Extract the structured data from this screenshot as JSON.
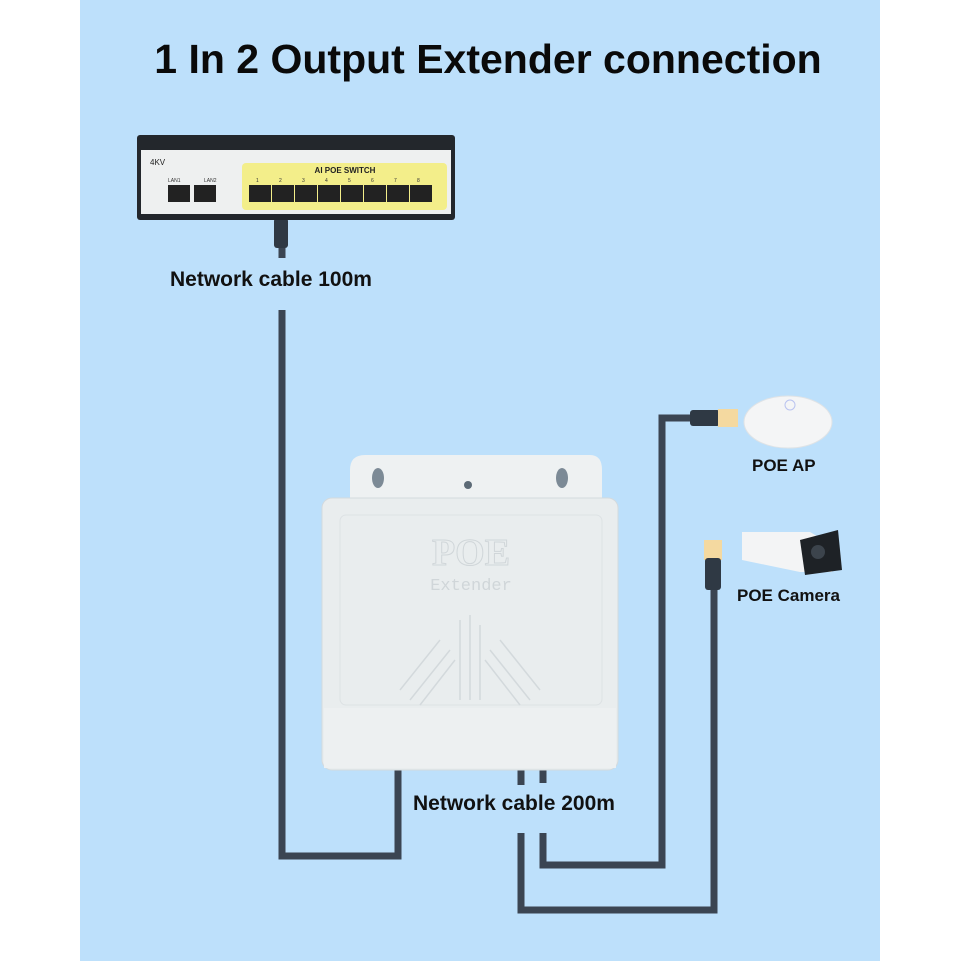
{
  "title": "1 In 2 Output Extender connection",
  "switch": {
    "brand_mark": "4KV",
    "panel_title": "AI POE SWITCH",
    "uplink_ports": [
      "LAN1",
      "LAN2"
    ],
    "poe_ports": [
      "1",
      "2",
      "3",
      "4",
      "5",
      "6",
      "7",
      "8"
    ]
  },
  "extender": {
    "logo_line1": "POE",
    "logo_line2": "Extender"
  },
  "labels": {
    "cable_in": "Network cable 100m",
    "cable_out": "Network cable 200m",
    "device_ap": "POE AP",
    "device_camera": "POE Camera"
  },
  "colors": {
    "background": "#bde0fb",
    "cable": "#3b4552",
    "switch_panel": "#f3ee8a"
  }
}
